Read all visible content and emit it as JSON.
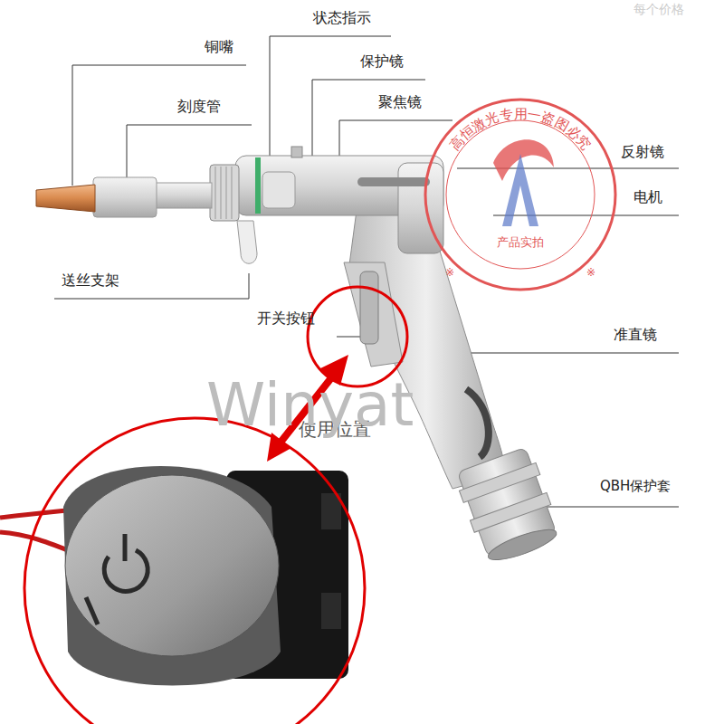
{
  "diagram": {
    "labels": [
      "铜嘴",
      "刻度管",
      "状态指示",
      "保护镜",
      "聚焦镜",
      "反射镜",
      "电机",
      "送丝支架",
      "开关按钮",
      "准直镜",
      "QBH保护套",
      "使用位置",
      "Winyat",
      "高恒激光专用一盗图必究",
      "产品实拍",
      "每个价格"
    ]
  }
}
